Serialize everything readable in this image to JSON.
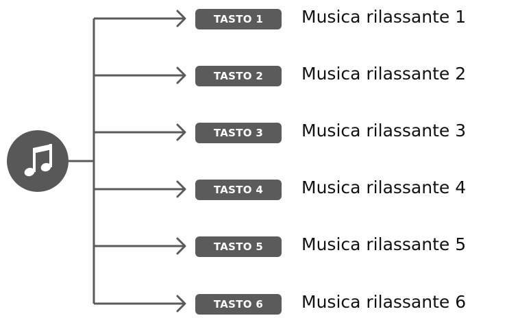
{
  "root": {
    "icon": "music-note-icon",
    "color": "#585858"
  },
  "connector_color": "#5a5a5a",
  "badge_color": "#5b5b5b",
  "options": [
    {
      "key": "TASTO 1",
      "label": "Musica rilassante 1"
    },
    {
      "key": "TASTO 2",
      "label": "Musica rilassante 2"
    },
    {
      "key": "TASTO 3",
      "label": "Musica rilassante 3"
    },
    {
      "key": "TASTO 4",
      "label": "Musica rilassante 4"
    },
    {
      "key": "TASTO 5",
      "label": "Musica rilassante 5"
    },
    {
      "key": "TASTO 6",
      "label": "Musica rilassante 6"
    }
  ]
}
